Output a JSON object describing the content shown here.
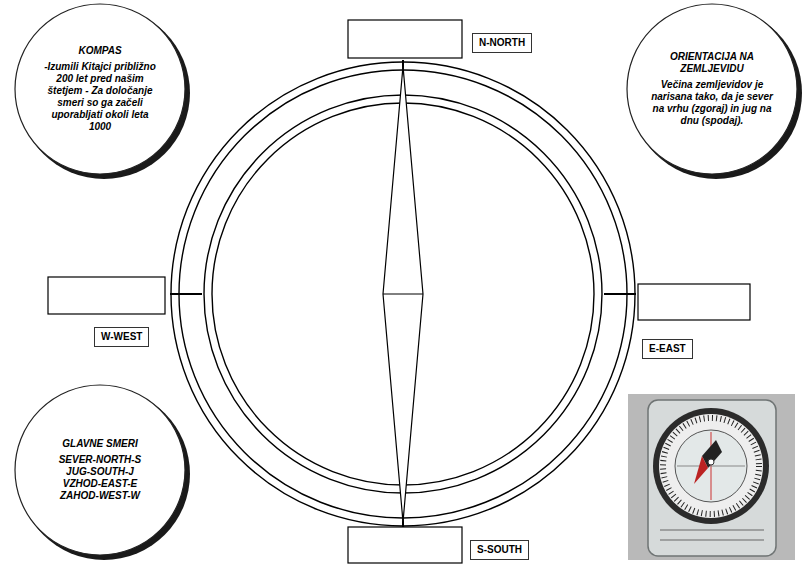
{
  "diagram": {
    "nodes": [
      {
        "text": [
          "KOMPAS",
          "-Izumili Kitajci približno 200 let pred našim štetjem - Za določanje smeri so ga začeli uporabljati okoli leta 1000"
        ]
      },
      {
        "text": [
          "N-NORTH"
        ]
      },
      {
        "text": [
          "ORIENTACIJA NA ZEMLJEVIDU",
          "Večina zemljevidov je narisana tako, da je sever na vrhu (zgoraj) in jug na dnu (spodaj)."
        ]
      },
      {
        "text": [
          "W-WEST"
        ]
      },
      {
        "text": [
          "E-EAST"
        ]
      },
      {
        "text": [
          "GLAVNE SMERI",
          "SEVER-NORTH-S",
          "JUG-SOUTH-J",
          "VZHOD-EAST-E",
          "ZAHOD-WEST-W"
        ]
      },
      {
        "text": [
          "S-SOUTH"
        ]
      }
    ]
  }
}
